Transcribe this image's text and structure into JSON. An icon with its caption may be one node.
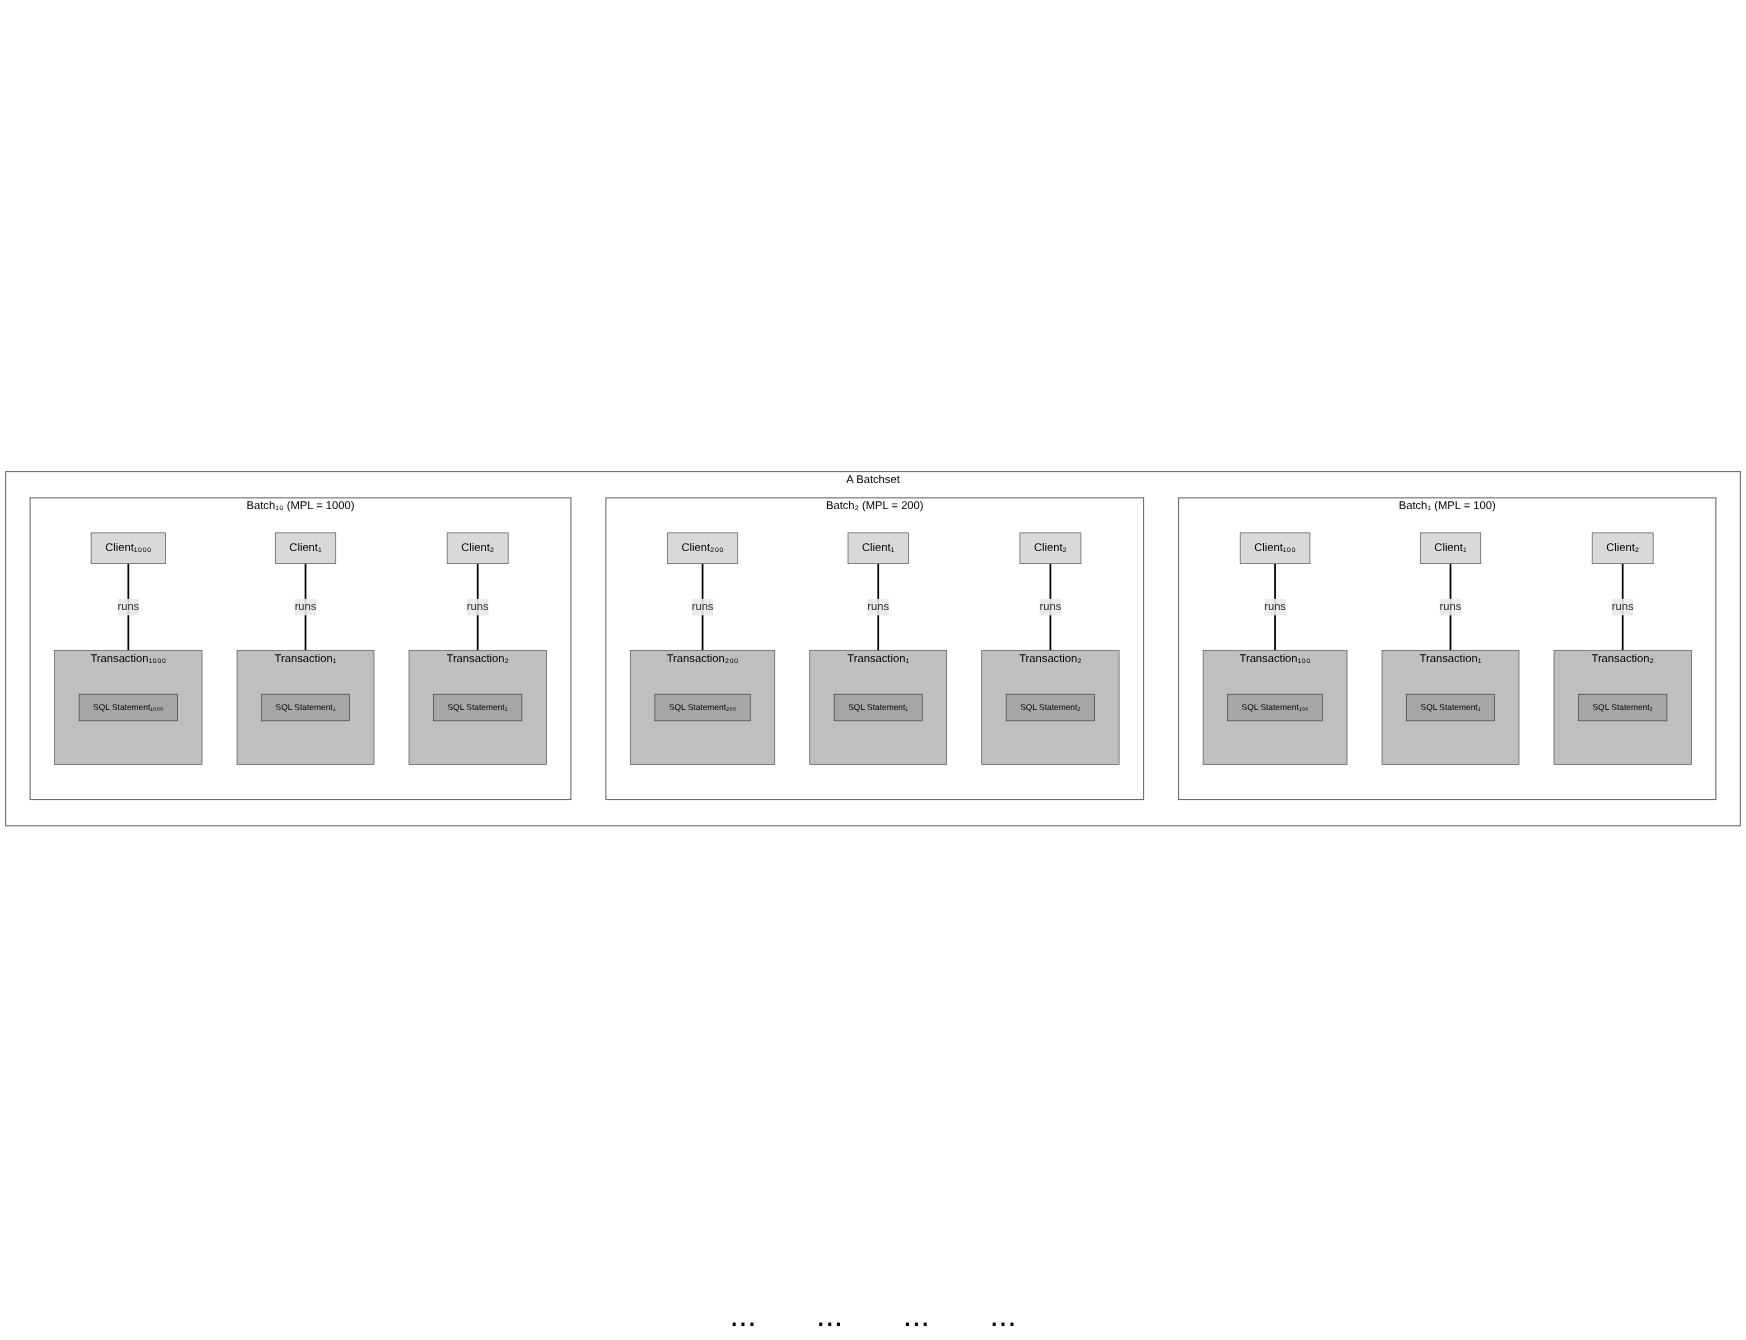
{
  "diagram": {
    "nodes": [
      {
        "text": [
          "A Batchset"
        ]
      },
      {
        "text": [
          "Batch₁ (MPL = 100)"
        ],
        "in": 0
      },
      {
        "text": [
          "Client₁"
        ],
        "in": 1
      },
      {
        "text": [
          "Transaction₁"
        ],
        "in": 1
      },
      {
        "text": [
          "SQL Statement₁"
        ],
        "in": 3
      },
      {
        "text": [
          "Client₂"
        ],
        "in": 1
      },
      {
        "text": [
          "Transaction₂"
        ],
        "in": 1
      },
      {
        "text": [
          "SQL Statement₂"
        ],
        "in": 6
      },
      {
        "text": [
          "Client₁₀₀"
        ],
        "in": 1
      },
      {
        "text": [
          "Transaction₁₀₀"
        ],
        "in": 1
      },
      {
        "text": [
          "SQL Statement₁₀₀"
        ],
        "in": 9
      },
      {
        "text": [
          "Batch₂ (MPL = 200)"
        ],
        "in": 0
      },
      {
        "text": [
          "Client₁"
        ],
        "in": 11
      },
      {
        "text": [
          "Transaction₁"
        ],
        "in": 11
      },
      {
        "text": [
          "SQL Statement₁"
        ],
        "in": 13
      },
      {
        "text": [
          "Client₂"
        ],
        "in": 11
      },
      {
        "text": [
          "Transaction₂"
        ],
        "in": 11
      },
      {
        "text": [
          "SQL Statement₂"
        ],
        "in": 16
      },
      {
        "text": [
          "Client₂₀₀"
        ],
        "in": 11
      },
      {
        "text": [
          "Transaction₂₀₀"
        ],
        "in": 11
      },
      {
        "text": [
          "SQL Statement₂₀₀"
        ],
        "in": 19
      },
      {
        "text": [
          "Batch₁₀ (MPL = 1000)"
        ],
        "in": 0
      },
      {
        "text": [
          "Client₁"
        ],
        "in": 21
      },
      {
        "text": [
          "Transaction₁"
        ],
        "in": 21
      },
      {
        "text": [
          "SQL Statement₁"
        ],
        "in": 23
      },
      {
        "text": [
          "Client₂"
        ],
        "in": 21
      },
      {
        "text": [
          "Transaction₂"
        ],
        "in": 21
      },
      {
        "text": [
          "SQL Statement₂"
        ],
        "in": 26
      },
      {
        "text": [
          "Client₁₀₀₀"
        ],
        "in": 21
      },
      {
        "text": [
          "Transaction₁₀₀₀"
        ],
        "in": 21
      },
      {
        "text": [
          "SQL Statement₁₀₀₀"
        ],
        "in": 29
      }
    ],
    "edges": [
      {
        "from": 2,
        "to": 3,
        "arrow": "none",
        "label": "runs"
      },
      {
        "from": 5,
        "to": 6,
        "arrow": "none",
        "label": "runs"
      },
      {
        "from": 8,
        "to": 9,
        "arrow": "none",
        "label": "runs"
      },
      {
        "from": 12,
        "to": 13,
        "arrow": "none",
        "label": "runs"
      },
      {
        "from": 15,
        "to": 16,
        "arrow": "none",
        "label": "runs"
      },
      {
        "from": 18,
        "to": 19,
        "arrow": "none",
        "label": "runs"
      },
      {
        "from": 22,
        "to": 23,
        "arrow": "none",
        "label": "runs"
      },
      {
        "from": 25,
        "to": 26,
        "arrow": "none",
        "label": "runs"
      },
      {
        "from": 28,
        "to": 29,
        "arrow": "none",
        "label": "runs"
      }
    ],
    "labels": [
      "...",
      "...",
      "...",
      "..."
    ]
  }
}
